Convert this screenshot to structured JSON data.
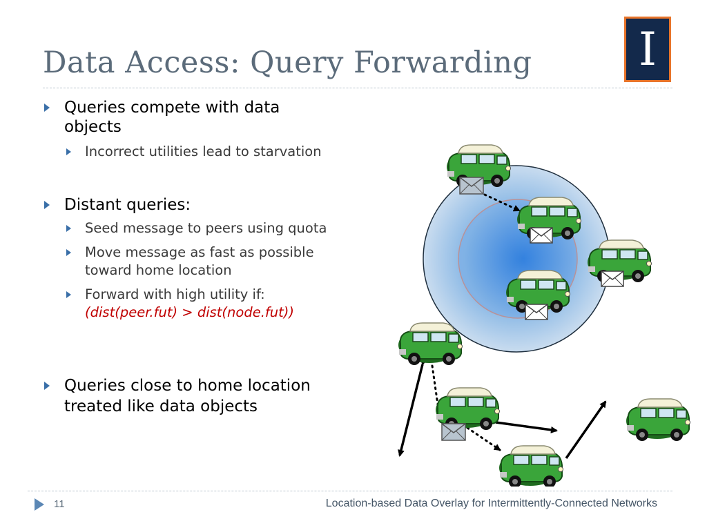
{
  "slide": {
    "title": "Data Access: Query Forwarding",
    "logo_text": "I",
    "bullets": [
      {
        "text_line1": "Queries compete with data",
        "text_line2": "objects",
        "sub": [
          {
            "text": "Incorrect utilities lead to starvation"
          }
        ]
      },
      {
        "text_line1": "Distant queries:",
        "sub": [
          {
            "text": "Seed message to peers using quota"
          },
          {
            "text_line1": "Move message as fast as possible",
            "text_line2": "toward home location"
          },
          {
            "text_line1": "Forward with high utility if:",
            "text_line2": "(dist(peer.fut) > dist(node.fut))"
          }
        ]
      },
      {
        "text_line1": "Queries close to home location",
        "text_line2": "treated like data objects"
      }
    ],
    "footer": {
      "page_number": "11",
      "text": "Location-based Data Overlay for Intermittently-Connected Networks"
    },
    "colors": {
      "title": "#5b6b7a",
      "bullet_arrow": "#3a6fa8",
      "emphasis": "#c00000",
      "car_body": "#2e8b2e",
      "circle_outer": "#5b9bd5",
      "logo_bg": "#13294b",
      "logo_border": "#e8742a"
    },
    "icons": [
      "car-icon",
      "envelope-icon",
      "bullet-arrow-icon",
      "university-logo"
    ]
  }
}
